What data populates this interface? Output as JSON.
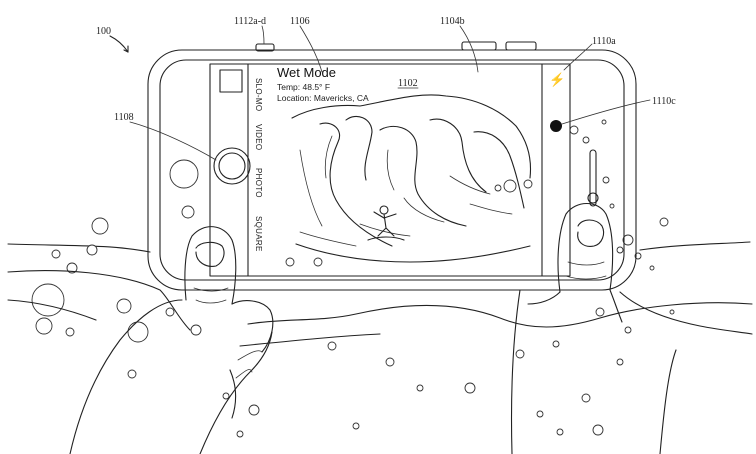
{
  "figure_number": "100",
  "reference_labels": {
    "buttons": "1112a-d",
    "status_text": "1106",
    "housing_top": "1104b",
    "flash_icon": "1110a",
    "shutter_button": "1108",
    "preview": "1102",
    "record_indicator": "1110c"
  },
  "screen": {
    "title": "Wet Mode",
    "temperature": "Temp: 48.5° F",
    "location": "Location: Mavericks, CA",
    "modes": [
      "SLO-MO",
      "VIDEO",
      "PHOTO",
      "SQUARE"
    ],
    "flash_symbol": "⚡"
  },
  "colors": {
    "line": "#222222",
    "background": "#ffffff"
  }
}
